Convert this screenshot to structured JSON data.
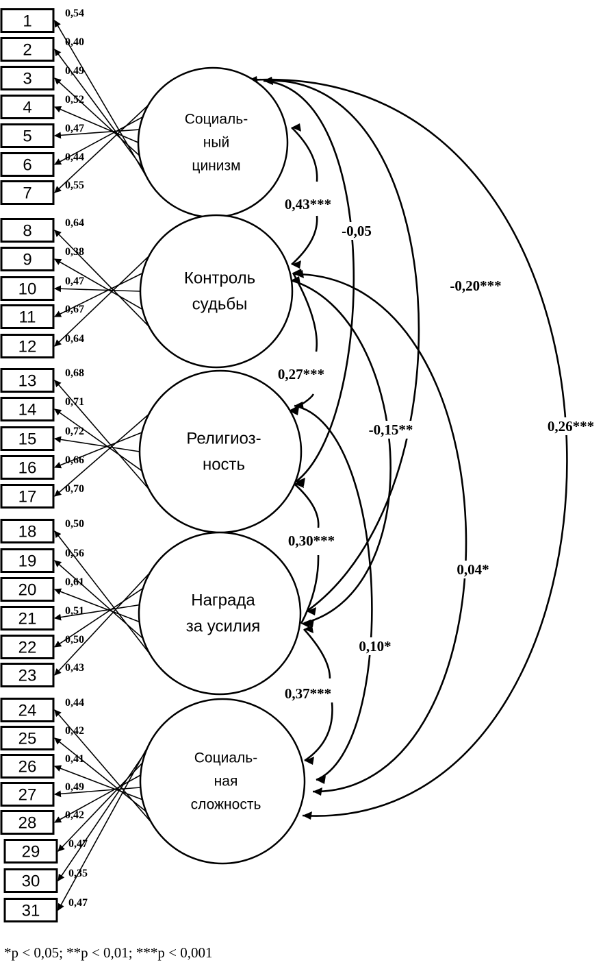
{
  "factors": [
    {
      "id": "cynicism",
      "lines": [
        "Социаль-",
        "ный",
        "цинизм"
      ],
      "items": [
        1,
        7
      ]
    },
    {
      "id": "fate-control",
      "lines": [
        "Контроль",
        "судьбы"
      ],
      "items": [
        8,
        12
      ]
    },
    {
      "id": "religiosity",
      "lines": [
        "Религиоз-",
        "ность"
      ],
      "items": [
        13,
        17
      ]
    },
    {
      "id": "reward",
      "lines": [
        "Награда",
        "за усилия"
      ],
      "items": [
        18,
        23
      ]
    },
    {
      "id": "complexity",
      "lines": [
        "Социаль-",
        "ная",
        "сложность"
      ],
      "items": [
        24,
        31
      ]
    }
  ],
  "items": [
    {
      "label": "1",
      "loading": "0,54"
    },
    {
      "label": "2",
      "loading": "0,40"
    },
    {
      "label": "3",
      "loading": "0,49"
    },
    {
      "label": "4",
      "loading": "0,52"
    },
    {
      "label": "5",
      "loading": "0,47"
    },
    {
      "label": "6",
      "loading": "0,44"
    },
    {
      "label": "7",
      "loading": "0,55"
    },
    {
      "label": "8",
      "loading": "0,64"
    },
    {
      "label": "9",
      "loading": "0,38"
    },
    {
      "label": "10",
      "loading": "0,47"
    },
    {
      "label": "11",
      "loading": "0,67"
    },
    {
      "label": "12",
      "loading": "0,64"
    },
    {
      "label": "13",
      "loading": "0,68"
    },
    {
      "label": "14",
      "loading": "0,71"
    },
    {
      "label": "15",
      "loading": "0,72"
    },
    {
      "label": "16",
      "loading": "0,66"
    },
    {
      "label": "17",
      "loading": "0,70"
    },
    {
      "label": "18",
      "loading": "0,50"
    },
    {
      "label": "19",
      "loading": "0,56"
    },
    {
      "label": "20",
      "loading": "0,61"
    },
    {
      "label": "21",
      "loading": "0,51"
    },
    {
      "label": "22",
      "loading": "0,50"
    },
    {
      "label": "23",
      "loading": "0,43"
    },
    {
      "label": "24",
      "loading": "0,44"
    },
    {
      "label": "25",
      "loading": "0,42"
    },
    {
      "label": "26",
      "loading": "0,41"
    },
    {
      "label": "27",
      "loading": "0,49"
    },
    {
      "label": "28",
      "loading": "0,42"
    },
    {
      "label": "29",
      "loading": "0,47"
    },
    {
      "label": "30",
      "loading": "0,35"
    },
    {
      "label": "31",
      "loading": "0,47"
    }
  ],
  "correlations": [
    {
      "from": "cynicism",
      "to": "fate-control",
      "value": "0,43***"
    },
    {
      "from": "cynicism",
      "to": "religiosity",
      "value": "-0,05"
    },
    {
      "from": "cynicism",
      "to": "reward",
      "value": "-0,20***"
    },
    {
      "from": "cynicism",
      "to": "complexity",
      "value": "0,26***"
    },
    {
      "from": "fate-control",
      "to": "religiosity",
      "value": "0,27***"
    },
    {
      "from": "fate-control",
      "to": "reward",
      "value": "-0,15**"
    },
    {
      "from": "fate-control",
      "to": "complexity",
      "value": "0,04*"
    },
    {
      "from": "religiosity",
      "to": "reward",
      "value": "0,30***"
    },
    {
      "from": "religiosity",
      "to": "complexity",
      "value": "0,10*"
    },
    {
      "from": "reward",
      "to": "complexity",
      "value": "0,37***"
    }
  ],
  "footnote": "*p < 0,05; **p < 0,01; ***p < 0,001"
}
